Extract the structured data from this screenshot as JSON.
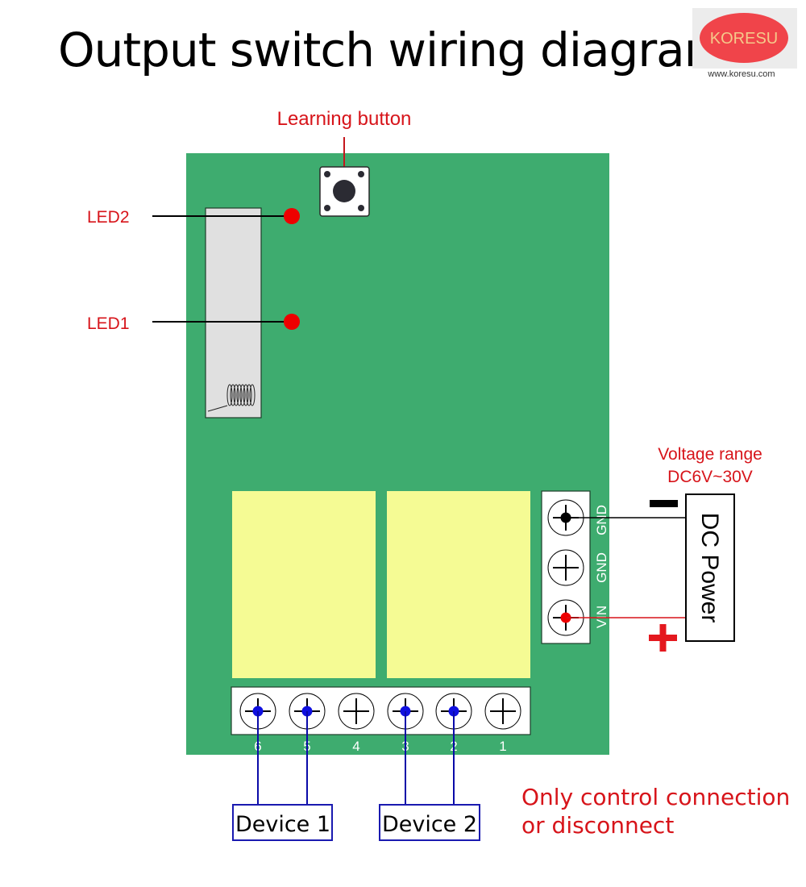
{
  "title": "Output switch wiring diagram",
  "logo": {
    "brand": "KORESU",
    "url": "www.koresu.com"
  },
  "colors": {
    "board": "#3eac6f",
    "relay": "#f5fb94",
    "accent_red": "#d7141a",
    "wire_blue": "#0a0aa8",
    "dot_blue": "#1010e0",
    "dot_red": "#ee0000",
    "module_gray": "#e0e0e0"
  },
  "labels": {
    "learning_button": "Learning button",
    "led2": "LED2",
    "led1": "LED1",
    "voltage_line1": "Voltage range",
    "voltage_line2": "DC6V~30V",
    "dc_power": "DC Power",
    "minus": "−",
    "plus": "+",
    "note_line1": "Only control connection",
    "note_line2": "or disconnect"
  },
  "power_terminals": [
    {
      "label": "GND",
      "connected": true,
      "wire": "black"
    },
    {
      "label": "GND",
      "connected": false,
      "wire": null
    },
    {
      "label": "VIN",
      "connected": true,
      "wire": "red"
    }
  ],
  "output_terminals": [
    {
      "number": "6",
      "connected": true,
      "device": "Device 1"
    },
    {
      "number": "5",
      "connected": true,
      "device": "Device 1"
    },
    {
      "number": "4",
      "connected": false,
      "device": null
    },
    {
      "number": "3",
      "connected": true,
      "device": "Device 2"
    },
    {
      "number": "2",
      "connected": true,
      "device": "Device 2"
    },
    {
      "number": "1",
      "connected": false,
      "device": null
    }
  ],
  "devices": [
    {
      "label": "Device 1"
    },
    {
      "label": "Device 2"
    }
  ]
}
